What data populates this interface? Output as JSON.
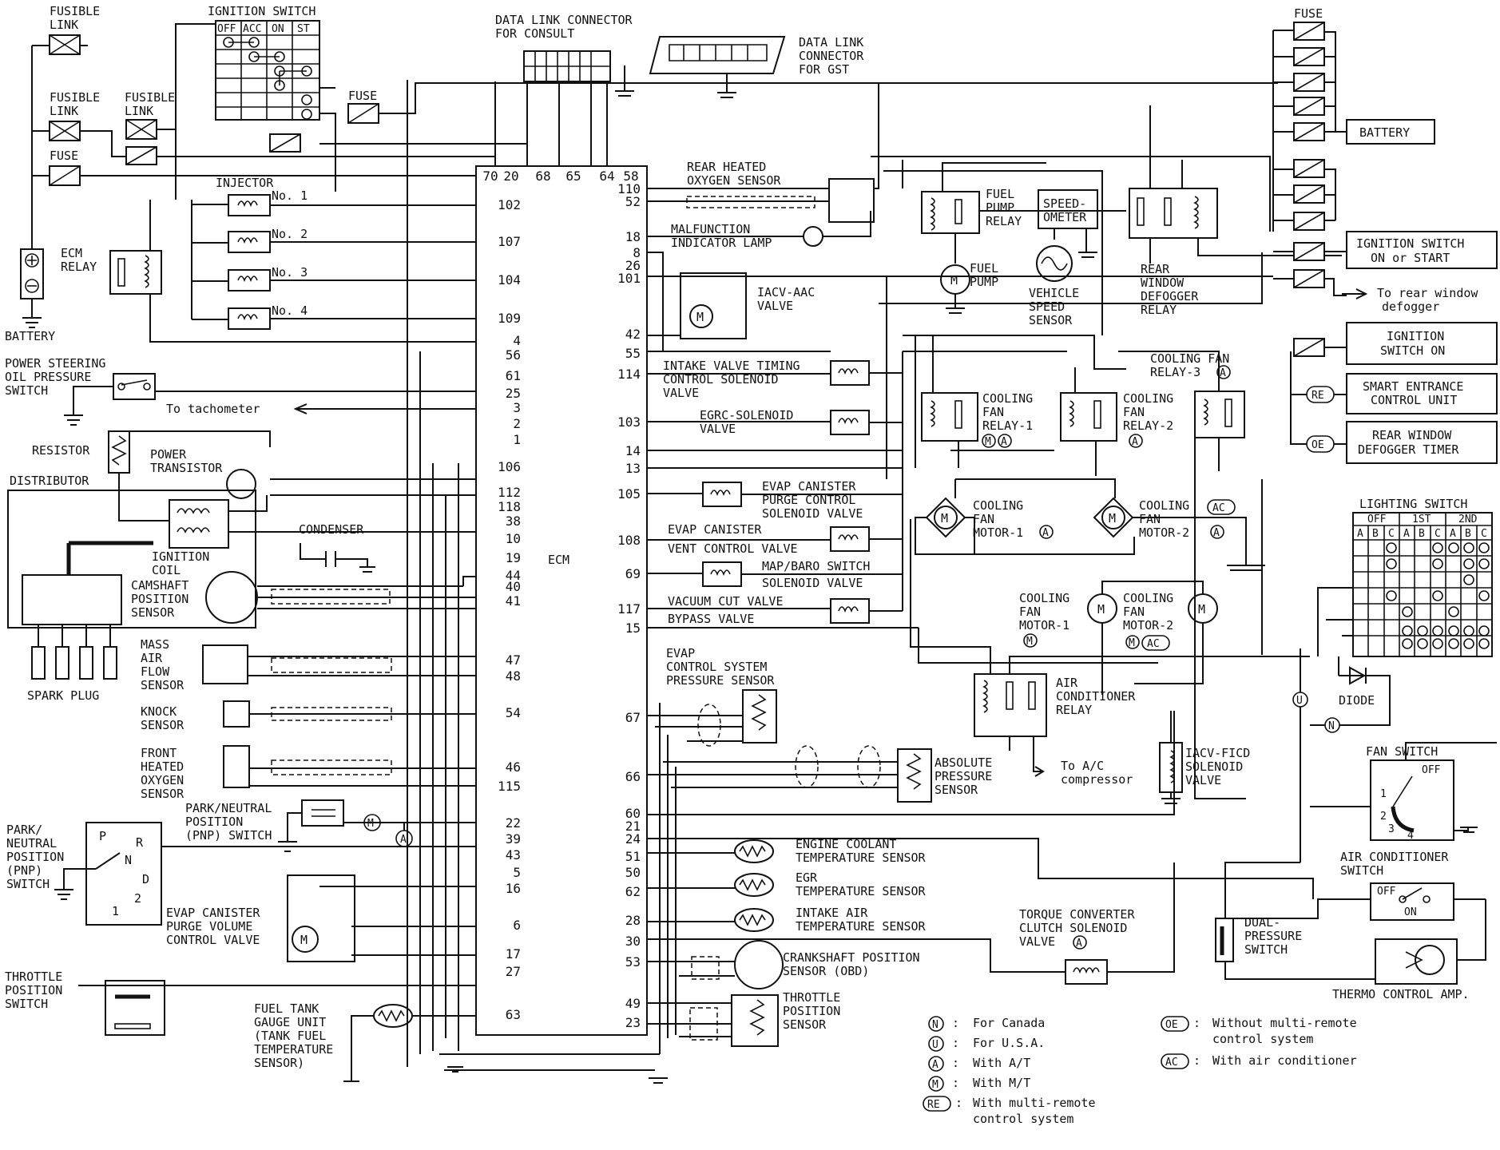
{
  "top": {
    "fusible_link_1": [
      "FUSIBLE",
      "LINK"
    ],
    "fusible_link_2": [
      "FUSIBLE",
      "LINK"
    ],
    "fusible_link_3": [
      "FUSIBLE",
      "LINK"
    ],
    "fuse_left": "FUSE",
    "fuse_mid": "FUSE",
    "ignition_switch": "IGNITION SWITCH",
    "ign_cols": [
      "OFF",
      "ACC",
      "ON",
      "ST"
    ],
    "dlc_consult": [
      "DATA LINK CONNECTOR",
      "FOR CONSULT"
    ],
    "dlc_gst": [
      "DATA LINK",
      "CONNECTOR",
      "FOR GST"
    ],
    "fuse_right": "FUSE"
  },
  "left": {
    "injector": "INJECTOR",
    "injectors": [
      "No. 1",
      "No. 2",
      "No. 3",
      "No. 4"
    ],
    "ecm_relay": [
      "ECM",
      "RELAY"
    ],
    "battery": "BATTERY",
    "power_steering": [
      "POWER STEERING",
      "OIL PRESSURE",
      "SWITCH"
    ],
    "to_tachometer": "To tachometer",
    "resistor": "RESISTOR",
    "distributor": "DISTRIBUTOR",
    "power_transistor": [
      "POWER",
      "TRANSISTOR"
    ],
    "ignition_coil": [
      "IGNITION",
      "COIL"
    ],
    "condenser": "CONDENSER",
    "camshaft": [
      "CAMSHAFT",
      "POSITION",
      "SENSOR"
    ],
    "spark_plug": "SPARK PLUG",
    "maf": [
      "MASS",
      "AIR",
      "FLOW",
      "SENSOR"
    ],
    "knock": [
      "KNOCK",
      "SENSOR"
    ],
    "front_o2": [
      "FRONT",
      "HEATED",
      "OXYGEN",
      "SENSOR"
    ],
    "pnp_switch_a": [
      "PARK/NEUTRAL",
      "POSITION",
      "(PNP) SWITCH"
    ],
    "pnp_switch_b": [
      "PARK/",
      "NEUTRAL",
      "POSITION",
      "(PNP)",
      "SWITCH"
    ],
    "pnp_positions": [
      "P",
      "R",
      "N",
      "D",
      "2",
      "1"
    ],
    "evap_purge_vol": [
      "EVAP CANISTER",
      "PURGE VOLUME",
      "CONTROL VALVE"
    ],
    "throttle_switch": [
      "THROTTLE",
      "POSITION",
      "SWITCH"
    ],
    "fuel_tank": [
      "FUEL TANK",
      "GAUGE UNIT",
      "(TANK FUEL",
      "TEMPERATURE",
      "SENSOR)"
    ]
  },
  "ecm": {
    "label": "ECM",
    "top_pins": [
      "70",
      "20",
      "68",
      "65",
      "64",
      "58"
    ],
    "left_pins": [
      "102",
      "107",
      "104",
      "109",
      "4",
      "56",
      "61",
      "25",
      "3",
      "2",
      "1",
      "106",
      "112",
      "118",
      "38",
      "10",
      "19",
      "44",
      "40",
      "41",
      "47",
      "48",
      "54",
      "46",
      "115",
      "22",
      "39",
      "43",
      "5",
      "16",
      "6",
      "17",
      "27",
      "63"
    ],
    "right_pins": [
      "110",
      "52",
      "18",
      "8",
      "26",
      "101",
      "42",
      "55",
      "114",
      "103",
      "14",
      "13",
      "105",
      "108",
      "69",
      "117",
      "15",
      "67",
      "66",
      "60",
      "21",
      "24",
      "51",
      "50",
      "62",
      "28",
      "30",
      "53",
      "49",
      "23"
    ]
  },
  "middle": {
    "rear_o2": [
      "REAR HEATED",
      "OXYGEN SENSOR"
    ],
    "mil": [
      "MALFUNCTION",
      "INDICATOR LAMP"
    ],
    "iacv_aac": [
      "IACV-AAC",
      "VALVE"
    ],
    "ivt": [
      "INTAKE VALVE TIMING",
      "CONTROL SOLENOID",
      "VALVE"
    ],
    "egrc": [
      "EGRC-SOLENOID",
      "VALVE"
    ],
    "evap_purge": [
      "EVAP CANISTER",
      "PURGE CONTROL",
      "SOLENOID VALVE"
    ],
    "evap_vent": [
      "EVAP CANISTER",
      "VENT CONTROL VALVE"
    ],
    "map_baro": [
      "MAP/BARO SWITCH",
      "SOLENOID VALVE"
    ],
    "vacuum_cut": [
      "VACUUM CUT VALVE",
      "BYPASS VALVE"
    ],
    "evap_pressure": [
      "EVAP",
      "CONTROL SYSTEM",
      "PRESSURE SENSOR"
    ],
    "abs_pressure": [
      "ABSOLUTE",
      "PRESSURE",
      "SENSOR"
    ],
    "coolant_temp": [
      "ENGINE COOLANT",
      "TEMPERATURE SENSOR"
    ],
    "egr_temp": [
      "EGR",
      "TEMPERATURE SENSOR"
    ],
    "intake_air": [
      "INTAKE AIR",
      "TEMPERATURE SENSOR"
    ],
    "crankshaft": [
      "CRANKSHAFT POSITION",
      "SENSOR (OBD)"
    ],
    "throttle_sensor": [
      "THROTTLE",
      "POSITION",
      "SENSOR"
    ],
    "torque_converter": [
      "TORQUE CONVERTER",
      "CLUTCH SOLENOID",
      "VALVE"
    ]
  },
  "right": {
    "fuel_pump_relay": [
      "FUEL",
      "PUMP",
      "RELAY"
    ],
    "fuel_pump": [
      "FUEL",
      "PUMP"
    ],
    "speedometer": [
      "SPEED-",
      "OMETER"
    ],
    "vss": [
      "VEHICLE",
      "SPEED",
      "SENSOR"
    ],
    "rear_defogger_relay": [
      "REAR",
      "WINDOW",
      "DEFOGGER",
      "RELAY"
    ],
    "battery_box": "BATTERY",
    "ign_on_start": [
      "IGNITION SWITCH",
      "ON or START"
    ],
    "to_rear_defogger": [
      "To rear window",
      "defogger"
    ],
    "ign_on": [
      "IGNITION",
      "SWITCH ON"
    ],
    "smart_entrance": [
      "SMART ENTRANCE",
      "CONTROL UNIT"
    ],
    "rear_defogger_timer": [
      "REAR WINDOW",
      "DEFOGGER TIMER"
    ],
    "fan_relay_3": [
      "COOLING FAN",
      "RELAY-3"
    ],
    "fan_relay_1": [
      "COOLING",
      "FAN",
      "RELAY-1"
    ],
    "fan_relay_2": [
      "COOLING",
      "FAN",
      "RELAY-2"
    ],
    "fan_motor_1a": [
      "COOLING",
      "FAN",
      "MOTOR-1"
    ],
    "fan_motor_2a": [
      "COOLING",
      "FAN",
      "MOTOR-2"
    ],
    "fan_motor_1m": [
      "COOLING",
      "FAN",
      "MOTOR-1"
    ],
    "fan_motor_2m": [
      "COOLING",
      "FAN",
      "MOTOR-2"
    ],
    "ac_relay": [
      "AIR",
      "CONDITIONER",
      "RELAY"
    ],
    "to_ac": [
      "To A/C",
      "compressor"
    ],
    "iacv_ficd": [
      "IACV-FICD",
      "SOLENOID",
      "VALVE"
    ],
    "lighting_switch": "LIGHTING SWITCH",
    "light_groups": [
      "OFF",
      "1ST",
      "2ND"
    ],
    "light_cols": [
      "A",
      "B",
      "C",
      "A",
      "B",
      "C",
      "A",
      "B",
      "C"
    ],
    "diode": "DIODE",
    "fan_switch": "FAN SWITCH",
    "fan_positions": [
      "OFF",
      "1",
      "2",
      "3",
      "4"
    ],
    "ac_switch": [
      "AIR CONDITIONER",
      "SWITCH"
    ],
    "ac_switch_pos": [
      "OFF",
      "ON"
    ],
    "dual_pressure": [
      "DUAL-",
      "PRESSURE",
      "SWITCH"
    ],
    "thermo": "THERMO CONTROL AMP."
  },
  "legend": [
    {
      "sym": "N",
      "text": "For Canada"
    },
    {
      "sym": "U",
      "text": "For U.S.A."
    },
    {
      "sym": "A",
      "text": "With A/T"
    },
    {
      "sym": "M",
      "text": "With M/T"
    },
    {
      "sym": "RE",
      "text": "With multi-remote",
      "text2": "control system"
    },
    {
      "sym": "OE",
      "text": "Without multi-remote",
      "text2": "control system"
    },
    {
      "sym": "AC",
      "text": "With air conditioner"
    }
  ]
}
